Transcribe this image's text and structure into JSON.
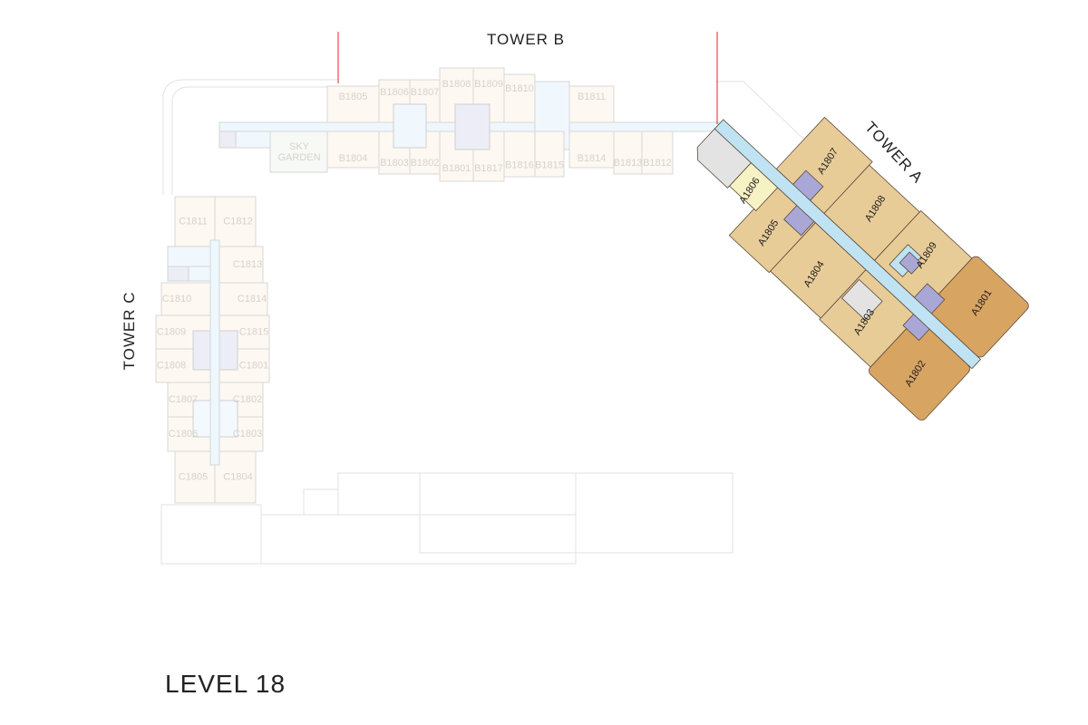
{
  "titles": {
    "tower_a": "TOWER A",
    "tower_b": "TOWER B",
    "tower_c": "TOWER C",
    "level": "LEVEL 18",
    "sky_garden_1": "SKY",
    "sky_garden_2": "GARDEN"
  },
  "colors": {
    "unit": "#e8cc98",
    "unit_corner": "#d8a462",
    "unit_small": "#f7f2c4",
    "corridor": "#bfe3f2",
    "core": "#a9a7d6",
    "service": "#e3e3e3",
    "guide_line": "#e8202a"
  },
  "tower_a_units": [
    "A1801",
    "A1802",
    "A1803",
    "A1804",
    "A1805",
    "A1806",
    "A1807",
    "A1808",
    "A1809"
  ],
  "tower_b_units": [
    "B1801",
    "B1802",
    "B1803",
    "B1804",
    "B1805",
    "B1806",
    "B1807",
    "B1808",
    "B1809",
    "B1810",
    "B1811",
    "B1812",
    "B1813",
    "B1814",
    "B1815",
    "B1816",
    "B1817"
  ],
  "tower_c_units": [
    "C1801",
    "C1802",
    "C1803",
    "C1804",
    "C1805",
    "C1806",
    "C1807",
    "C1808",
    "C1809",
    "C1810",
    "C1811",
    "C1812",
    "C1813",
    "C1814",
    "C1815"
  ]
}
